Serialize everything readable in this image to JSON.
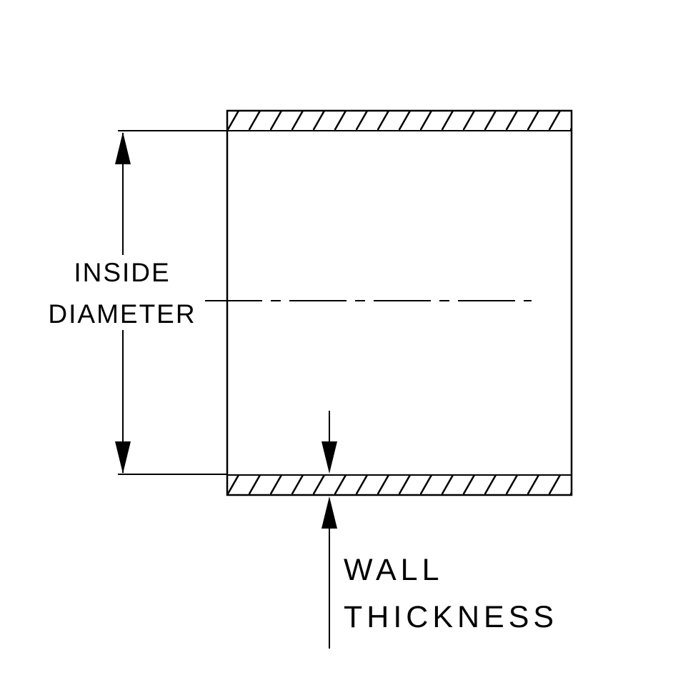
{
  "diagram": {
    "type": "technical-cross-section",
    "subject": "tube-wall-cross-section",
    "labels": {
      "inside_diameter_line1": "INSIDE",
      "inside_diameter_line2": "DIAMETER",
      "wall_thickness_line1": "WALL",
      "wall_thickness_line2": "THICKNESS"
    },
    "colors": {
      "line": "#000000",
      "background": "#ffffff"
    }
  }
}
